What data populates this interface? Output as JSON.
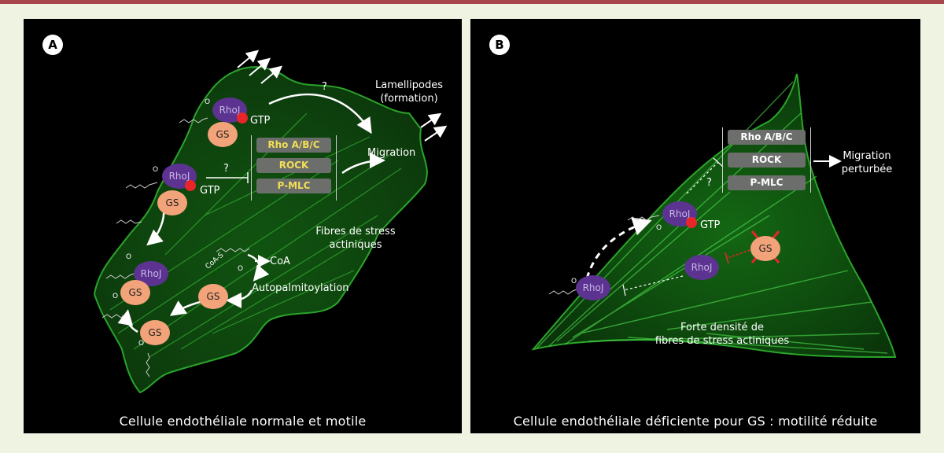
{
  "panel_a": {
    "badge": "A",
    "caption": "Cellule endothéliale normale et motile",
    "labels": {
      "question_top": "?",
      "lamellipodes_line1": "Lamellipodes",
      "lamellipodes_line2": "(formation)",
      "migration": "Migration",
      "question_mid": "?",
      "gtp_top": "GTP",
      "gtp_mid": "GTP",
      "fibres_line1": "Fibres de stress",
      "fibres_line2": "actiniques",
      "coa": "CoA",
      "coa_s": "CoA-S",
      "autopalmitoylation": "Autopalmitoylation",
      "o": "O"
    },
    "boxes": [
      "Rho A/B/C",
      "ROCK",
      "P-MLC"
    ],
    "gs": "GS",
    "rhoj": "RhoJ"
  },
  "panel_b": {
    "badge": "B",
    "caption": "Cellule endothéliale déficiente pour GS : motilité réduite",
    "labels": {
      "migration_line1": "Migration",
      "migration_line2": "perturbée",
      "question": "?",
      "gtp": "GTP",
      "forte_line1": "Forte densité de",
      "forte_line2": "fibres de stress actiniques",
      "o": "O"
    },
    "boxes": [
      "Rho A/B/C",
      "ROCK",
      "P-MLC"
    ],
    "gs": "GS",
    "rhoj": "RhoJ"
  },
  "colors": {
    "cell": "#1f8a1f",
    "fibre": "#3fcf3f",
    "gs": "#f2a37a",
    "rhoj": "#5c3391",
    "gtp": "#e8262a",
    "box": "#6b6e6b",
    "box_text_a": "#f4de55",
    "inhibit_b": "#e8262a"
  }
}
